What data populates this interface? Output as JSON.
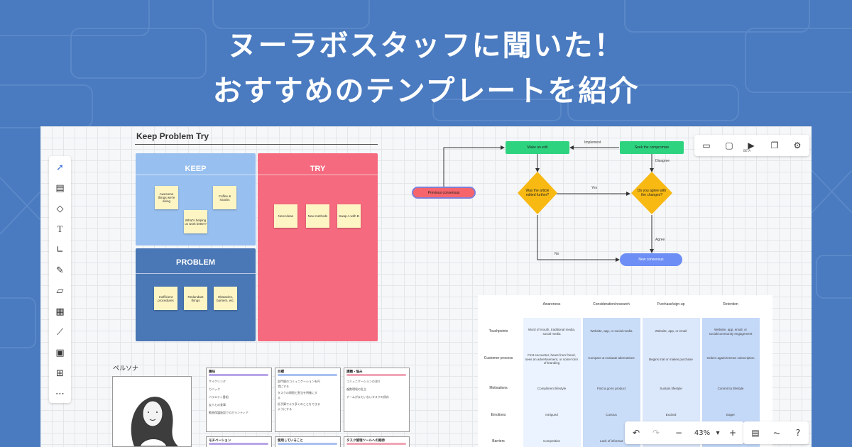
{
  "headline": {
    "line1": "ヌーラボスタッフに聞いた！",
    "line2": "おすすめのテンプレートを紹介"
  },
  "colors": {
    "background": "#4a7abf",
    "keep": "#97bfef",
    "problem": "#4a77b5",
    "try": "#f56a7e",
    "sticky": "#fdf5c4",
    "flow_green": "#2ed37f",
    "flow_yellow": "#f8b913",
    "flow_blue": "#6c8ef5",
    "flow_red": "#f5656b"
  },
  "left_toolbar": {
    "icons": [
      "cursor-icon",
      "sticky-note-list-icon",
      "shapes-icon",
      "text-icon",
      "connector-icon",
      "pen-icon",
      "note-icon",
      "table-icon",
      "chart-icon",
      "image-icon",
      "add-frame-icon",
      "more-icon"
    ]
  },
  "top_toolbar": {
    "icons": [
      "pages-icon",
      "comment-icon",
      "video-icon",
      "chat-icon",
      "settings-icon"
    ],
    "beta": "BETA"
  },
  "kpt": {
    "title": "Keep Problem Try",
    "keep_label": "KEEP",
    "problem_label": "PROBLEM",
    "try_label": "TRY",
    "keep_notes": [
      "Awesome things we're doing",
      "Coffee & snacks",
      "What's helping us work better?"
    ],
    "problem_notes": [
      "Inefficient procedures",
      "Redundant things",
      "Obstacles, barriers, etc."
    ],
    "try_notes": [
      "New Ideas",
      "New methods",
      "Swap A with B"
    ]
  },
  "flow": {
    "make_edit": "Make an edit",
    "seek_compromise": "Seek the compromise",
    "previous_consensus": "Previous consensus",
    "article_edited": "Was the article edited further?",
    "agree_changes": "Do you agree with the changes?",
    "new_consensus": "New consensus",
    "implement": "Implement",
    "disagree": "Disagree",
    "yes": "Yes",
    "agree": "Agree",
    "no": "No"
  },
  "journey": {
    "columns": [
      "Awareness",
      "Consideration/research",
      "Purchase/sign-up",
      "Retention"
    ],
    "rows": [
      "Touchpoints",
      "Customer process",
      "Motivations",
      "Emotions",
      "Barriers"
    ],
    "cells": [
      [
        "Word of mouth, traditional media, social media",
        "Website, app, or social media",
        "Website, app, or email",
        "Website, app, email, or social/community engagement"
      ],
      [
        "First encounter, hears from friend, sees an advertisement, or some form of branding",
        "Compare & evaluate alternatives",
        "Begins trial or makes purchase",
        "Orders again/renews subscription"
      ],
      [
        "Compliment lifestyle",
        "Find a go-to product",
        "Sustain lifestyle",
        "Commit to lifestyle"
      ],
      [
        "Intrigued",
        "Curious",
        "Excited",
        "Eager"
      ],
      [
        "Competition",
        "Lack of informat",
        "",
        ""
      ]
    ]
  },
  "persona": {
    "title": "ペルソナ",
    "cards": [
      {
        "title": "趣味",
        "lines": [
          "サイクリング",
          "カバック",
          "バラエティ番組",
          "友人との食事",
          "動物保護施設でのボランティア"
        ]
      },
      {
        "title": "目標",
        "lines": [
          "部門間のコミュニケーションを円",
          "滑にする",
          "タスクの期限と割当を明確にす",
          "る",
          "低予算でより多くのことをできる",
          "ようにする"
        ]
      },
      {
        "title": "課題・悩み",
        "lines": [
          "コミュニケーションの滞り",
          "複数環境の乱立",
          "チームがまだいないタスクの保存"
        ]
      },
      {
        "title": "モチベーション",
        "lines": []
      },
      {
        "title": "使用していること",
        "lines": []
      },
      {
        "title": "タスク管理ツールへの期待",
        "lines": []
      }
    ]
  },
  "bottom_toolbar": {
    "zoom": "43%",
    "undo_icon": "undo-icon",
    "redo_icon": "redo-icon",
    "zoom_out": "−",
    "zoom_in": "+",
    "caret": "▾"
  }
}
